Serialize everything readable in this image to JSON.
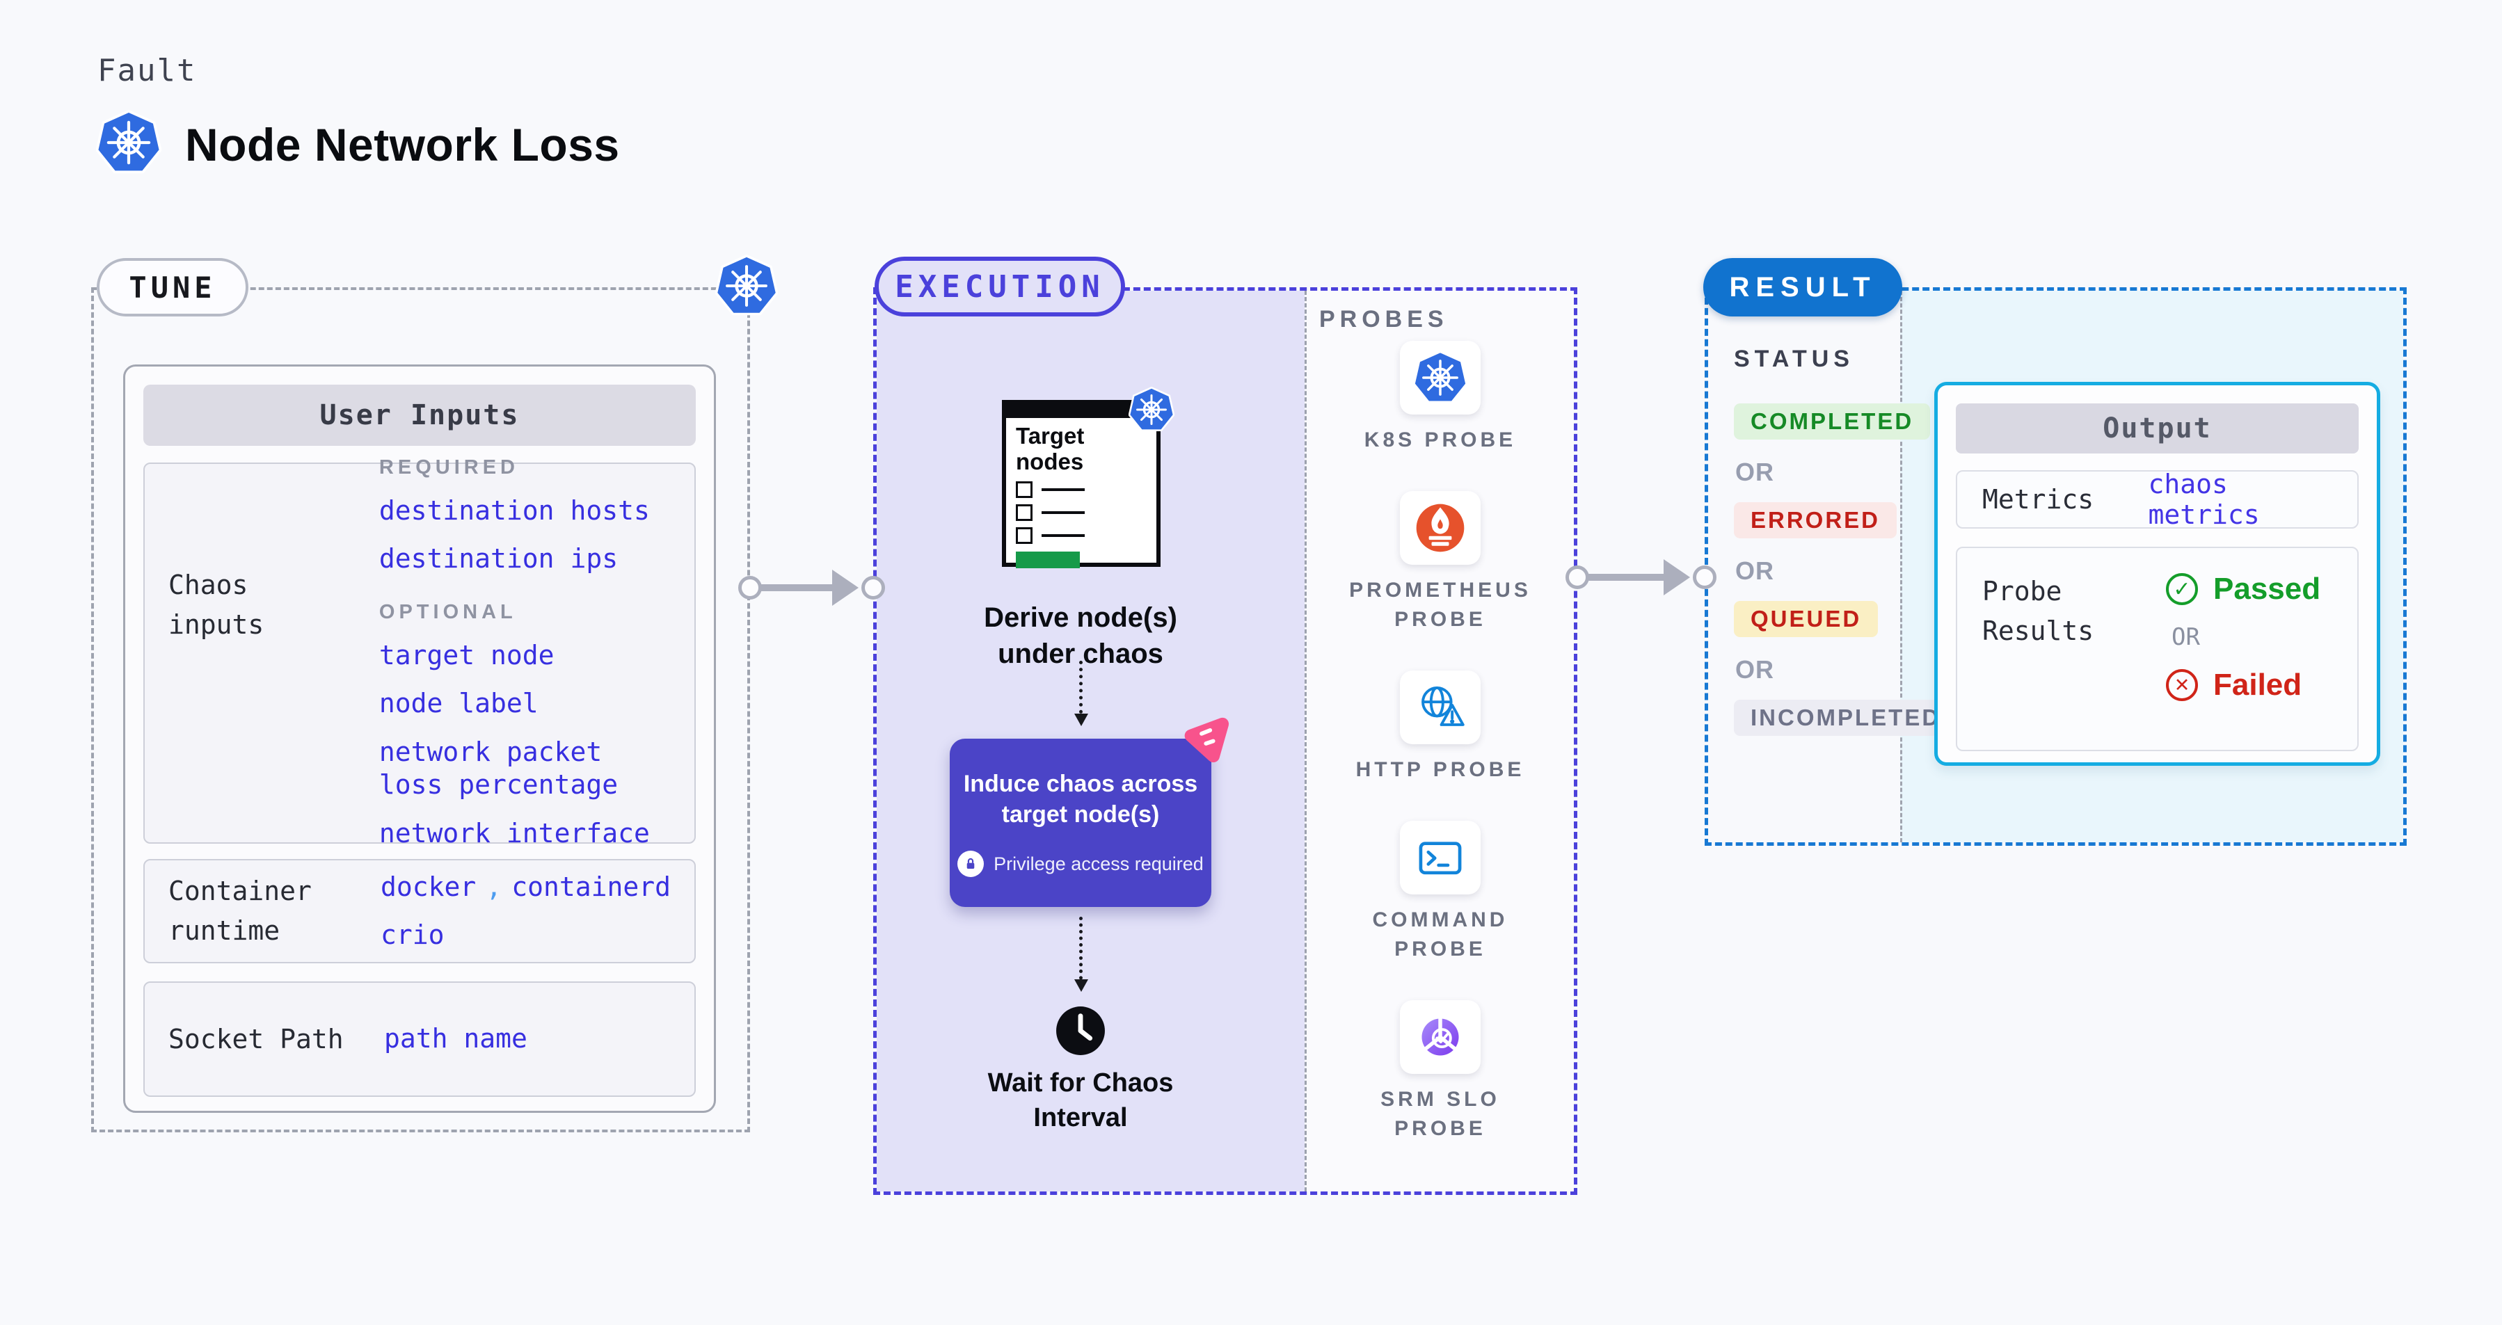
{
  "page": {
    "fault_label": "Fault",
    "title": "Node Network Loss"
  },
  "tune": {
    "pill": "TUNE",
    "user_inputs_header": "User Inputs",
    "chaos_inputs": {
      "label": "Chaos inputs",
      "required_heading": "REQUIRED",
      "required_links": {
        "a": "destination hosts",
        "b": "destination ips"
      },
      "optional_heading": "OPTIONAL",
      "optional_links": {
        "a": "target node",
        "b": "node label",
        "c": "network packet loss percentage",
        "d": "network interface"
      }
    },
    "container_runtime": {
      "label": "Container runtime",
      "value1": "docker",
      "comma": ",",
      "value2": "containerd",
      "value3": "crio"
    },
    "socket_path": {
      "label": "Socket Path",
      "value": "path name"
    }
  },
  "execution": {
    "pill": "EXECUTION",
    "target_doc_title": "Target nodes",
    "derive_label": "Derive node(s) under chaos",
    "induce_label": "Induce chaos across target node(s)",
    "privilege_label": "Privilege access required",
    "wait_label": "Wait for Chaos Interval"
  },
  "probes": {
    "heading": "PROBES",
    "items": [
      {
        "icon": "kubernetes-icon",
        "label": "K8S PROBE"
      },
      {
        "icon": "prometheus-icon",
        "label": "PROMETHEUS PROBE"
      },
      {
        "icon": "globe-alert-icon",
        "label": "HTTP PROBE"
      },
      {
        "icon": "terminal-icon",
        "label": "COMMAND PROBE"
      },
      {
        "icon": "slo-gauge-icon",
        "label": "SRM SLO PROBE"
      }
    ]
  },
  "result": {
    "pill": "RESULT",
    "status_heading": "STATUS",
    "or": "OR",
    "statuses": {
      "completed": "COMPLETED",
      "errored": "ERRORED",
      "queued": "QUEUED",
      "incompleted": "INCOMPLETED"
    },
    "output": {
      "header": "Output",
      "metrics_label": "Metrics",
      "metrics_value": "chaos metrics",
      "probe_results_label": "Probe Results",
      "passed": "Passed",
      "or": "OR",
      "failed": "Failed"
    }
  },
  "icons": {
    "kubernetes-icon": "blue heptagon with white helm wheel",
    "prometheus-icon": "orange circle with white torch flame",
    "globe-alert-icon": "blue globe with warning triangle",
    "terminal-icon": "blue terminal window with prompt",
    "slo-gauge-icon": "purple segmented gauge with check",
    "chaos-pink-icon": "pink rounded pinwheel triangle",
    "clock-icon": "black clock",
    "lock-icon": "indigo padlock in white circle",
    "check-circle-icon": "green circled check",
    "x-circle-icon": "red circled x"
  },
  "colors": {
    "kubernetes_blue": "#2F6BE0",
    "prometheus_orange": "#E6522C",
    "probe_blue": "#1284DA",
    "execution_indigo": "#4B41DB",
    "induce_box_indigo": "#4B44C7",
    "chaos_pink": "#F8538C",
    "result_blue": "#1173CF",
    "output_border_cyan": "#15ACE2",
    "link_indigo": "#372FE0",
    "completed_green": "#168A26",
    "errored_red": "#C11F18",
    "queued_bg": "#FAEFC4",
    "passed_green": "#149D2A",
    "failed_red": "#D02418"
  }
}
